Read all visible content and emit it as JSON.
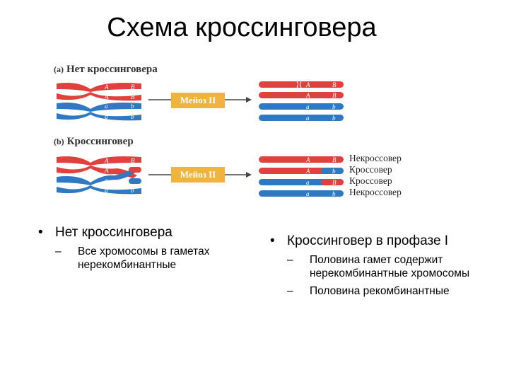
{
  "title": "Схема кроссинговера",
  "panel_a": {
    "tag": "(a)",
    "title": "Нет кроссинговера",
    "process": "Мейоз II"
  },
  "panel_b": {
    "tag": "(b)",
    "title": "Кроссинговер",
    "process": "Мейоз II",
    "outcomes": [
      "Некроссовер",
      "Кроссовер",
      "Кроссовер",
      "Некроссовер"
    ]
  },
  "alleles": {
    "A": "A",
    "B": "B",
    "a": "a",
    "b": "b"
  },
  "colors": {
    "red": "#e0403e",
    "blue": "#2f79c2",
    "arrow_box": "#f0b43c"
  },
  "left_list": {
    "heading": "Нет кроссинговера",
    "items": [
      "Все хромосомы в гаметах нерекомбинантные"
    ]
  },
  "right_list": {
    "heading": "Кроссинговер в профазе I",
    "items": [
      "Половина гамет содержит нерекомбинантные хромосомы",
      "Половина рекомбинантные"
    ]
  }
}
